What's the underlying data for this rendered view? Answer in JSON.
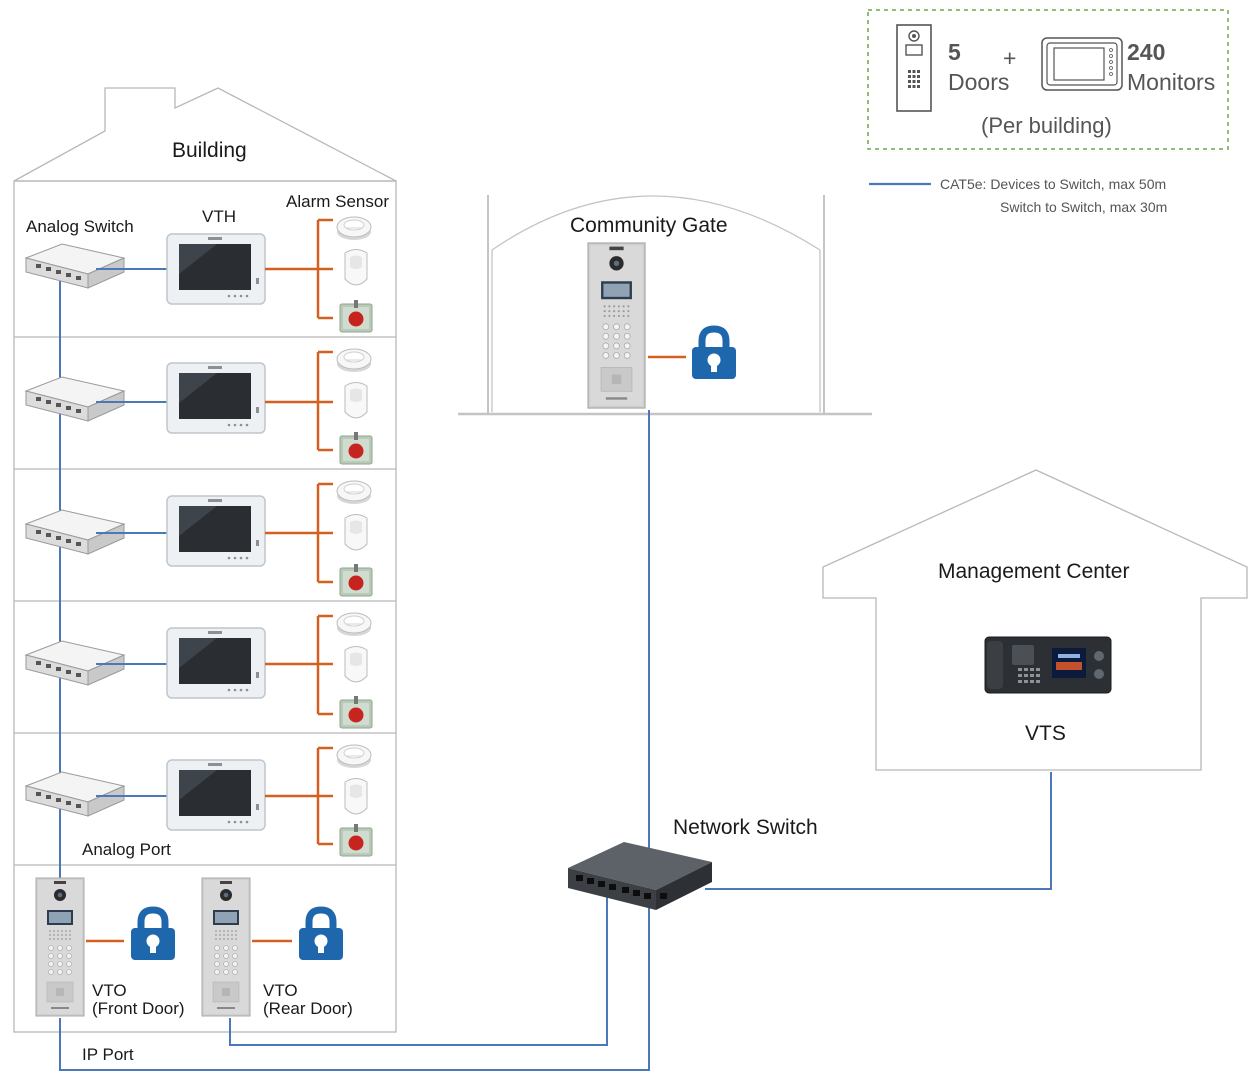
{
  "building": {
    "title": "Building",
    "analog_switch_label": "Analog Switch",
    "vth_label": "VTH",
    "alarm_sensor_label": "Alarm Sensor",
    "analog_port_label": "Analog Port",
    "ip_port_label": "IP Port",
    "vto_front_line1": "VTO",
    "vto_front_line2": "(Front Door)",
    "vto_rear_line1": "VTO",
    "vto_rear_line2": "(Rear Door)"
  },
  "community_gate": {
    "title": "Community Gate"
  },
  "network_switch": {
    "label": "Network Switch"
  },
  "management_center": {
    "title": "Management Center",
    "device_label": "VTS"
  },
  "capacity": {
    "doors_count": "5",
    "doors_word": "Doors",
    "plus": "+",
    "monitors_count": "240",
    "monitors_word": "Monitors",
    "per": "(Per building)"
  },
  "legend": {
    "line1": "CAT5e: Devices to Switch, max 50m",
    "line2": "Switch to Switch, max 30m"
  },
  "colors": {
    "cable_blue": "#4a78b8",
    "alarm_orange": "#d4601f",
    "lock_blue": "#1f67ad",
    "outline_gray": "#b8b8b8",
    "capacity_border": "#6aa84f"
  }
}
